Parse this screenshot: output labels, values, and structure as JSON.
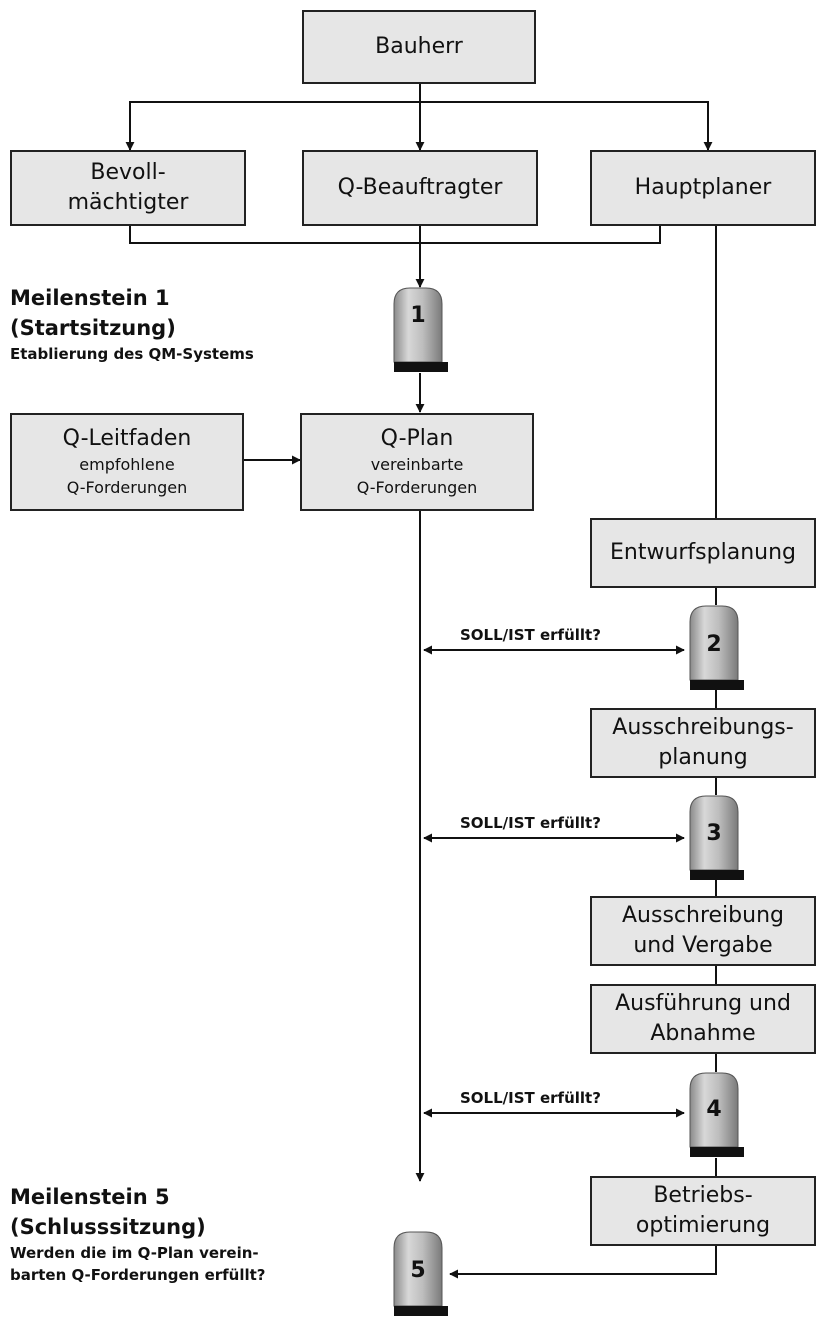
{
  "boxes": {
    "bauherr": "Bauherr",
    "bevollmaechtigter_line1": "Bevoll-",
    "bevollmaechtigter_line2": "mächtigter",
    "q_beauftragter": "Q-Beauftragter",
    "hauptplaner": "Hauptplaner",
    "q_leitfaden_title": "Q-Leitfaden",
    "q_leitfaden_line1": "empfohlene",
    "q_leitfaden_line2": "Q-Forderungen",
    "q_plan_title": "Q-Plan",
    "q_plan_line1": "vereinbarte",
    "q_plan_line2": "Q-Forderungen",
    "entwurfsplanung": "Entwurfsplanung",
    "ausschreibungsplanung_line1": "Ausschreibungs-",
    "ausschreibungsplanung_line2": "planung",
    "ausschreibung_line1": "Ausschreibung",
    "ausschreibung_line2": "und Vergabe",
    "ausfuehrung_line1": "Ausführung und",
    "ausfuehrung_line2": "Abnahme",
    "betrieb_line1": "Betriebs-",
    "betrieb_line2": "optimierung"
  },
  "milestones": {
    "m1_number": "1",
    "m2_number": "2",
    "m3_number": "3",
    "m4_number": "4",
    "m5_number": "5",
    "m1_title": "Meilenstein 1",
    "m1_subtitle": "(Startsitzung)",
    "m1_description": "Etablierung des QM-Systems",
    "m5_title": "Meilenstein 5",
    "m5_subtitle": "(Schlusssitzung)",
    "m5_description_line1": "Werden die im Q-Plan verein-",
    "m5_description_line2": "barten Q-Forderungen erfüllt?"
  },
  "checks": {
    "check_2": "SOLL/IST erfüllt?",
    "check_3": "SOLL/IST erfüllt?",
    "check_4": "SOLL/IST erfüllt?"
  },
  "colors": {
    "box_fill": "#e6e6e6",
    "line": "#111111",
    "milestone_body": "#b4b4b4",
    "milestone_base": "#111111"
  }
}
